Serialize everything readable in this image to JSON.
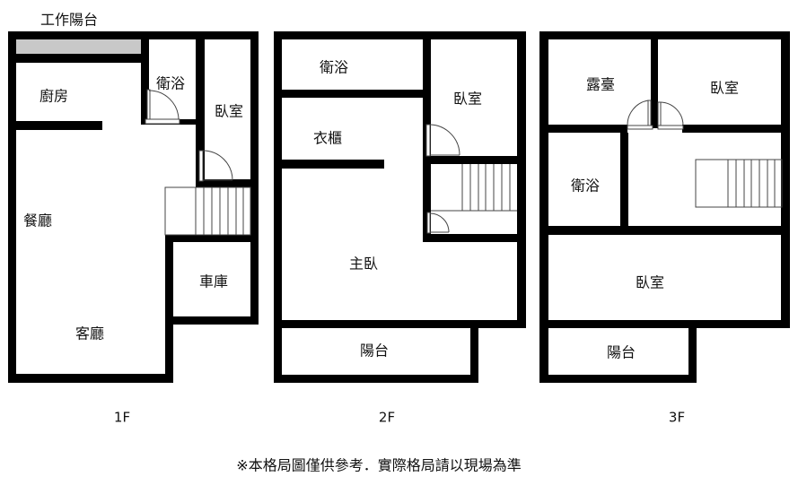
{
  "floors": [
    {
      "label": "1F",
      "rooms": {
        "work_balcony": "工作陽台",
        "kitchen": "廚房",
        "bathroom": "衛浴",
        "bedroom": "臥室",
        "dining": "餐廳",
        "garage": "車庫",
        "living": "客廳"
      }
    },
    {
      "label": "2F",
      "rooms": {
        "bathroom": "衛浴",
        "bedroom": "臥室",
        "closet": "衣櫃",
        "master_bedroom": "主臥",
        "balcony": "陽台"
      }
    },
    {
      "label": "3F",
      "rooms": {
        "terrace": "露臺",
        "bedroom_top": "臥室",
        "bathroom": "衛浴",
        "bedroom_main": "臥室",
        "balcony": "陽台"
      }
    }
  ],
  "disclaimer": "※本格局圖僅供參考．實際格局請以現場為準",
  "colors": {
    "wall": "#000000",
    "balcony_fill": "#c8c8c8",
    "background": "#ffffff"
  }
}
